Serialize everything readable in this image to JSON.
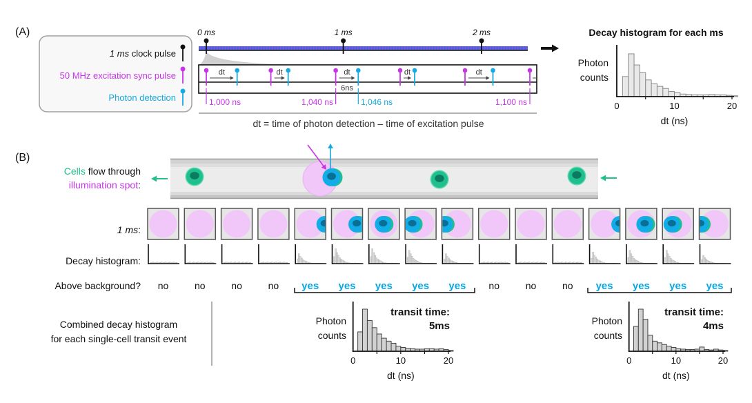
{
  "panel_a": {
    "label": "(A)",
    "legend": {
      "clock_italic": "1 ms",
      "clock_text": " clock pulse",
      "excitation": "50 MHz excitation sync pulse",
      "photon": "Photon detection"
    },
    "clock_labels": [
      "0 ms",
      "1 ms",
      "2 ms"
    ],
    "dt_label": "dt",
    "gap_label": "6ns",
    "time_labels": [
      "1,000 ns",
      "1,040 ns",
      "1,046 ns",
      "1,100 ns"
    ],
    "caption": "dt = time of photon detection – time of excitation pulse"
  },
  "panel_b": {
    "label": "(B)",
    "flow_text": {
      "cells": "Cells",
      "flow": " flow through",
      "spot": "illumination spot",
      "colon": ":"
    },
    "row_labels": {
      "ms_italic": "1 ms",
      "ms_colon": ":",
      "decay": "Decay histogram:",
      "above": "Above background?"
    },
    "above_background": [
      "no",
      "no",
      "no",
      "no",
      "yes",
      "yes",
      "yes",
      "yes",
      "yes",
      "no",
      "no",
      "no",
      "yes",
      "yes",
      "yes",
      "yes"
    ],
    "combined_text": [
      "Combined decay histogram",
      "for each single-cell transit event"
    ],
    "transit_events": [
      {
        "title": "transit time:",
        "value": "5ms"
      },
      {
        "title": "transit time:",
        "value": "4ms"
      }
    ]
  },
  "colors": {
    "clock": "#111111",
    "excitation": "#c535e6",
    "photon": "#14a9e0",
    "cell": "#1fc08e",
    "cell_nucleus": "#0b7c62",
    "spot": "#f1c6f8",
    "yes": "#0aa6e0"
  },
  "chart_data": [
    {
      "type": "bar",
      "title": "Decay histogram for each ms",
      "xlabel": "dt (ns)",
      "ylabel": "Photon counts",
      "xlim": [
        0,
        20
      ],
      "xticks": [
        "0",
        "10",
        "20"
      ],
      "x": [
        1,
        2,
        3,
        4,
        5,
        6,
        7,
        8,
        9,
        10,
        11,
        12,
        13,
        14,
        15,
        16,
        17,
        18,
        19,
        20
      ],
      "values": [
        47,
        100,
        74,
        56,
        39,
        30,
        24,
        19,
        12,
        9,
        6,
        5,
        4,
        4,
        4,
        5,
        4,
        4,
        3,
        2
      ]
    },
    {
      "type": "bar",
      "title": "transit time: 5ms",
      "xlabel": "dt (ns)",
      "ylabel": "Photon counts",
      "xlim": [
        0,
        20
      ],
      "xticks": [
        "0",
        "10",
        "20"
      ],
      "x": [
        1,
        2,
        3,
        4,
        5,
        6,
        7,
        8,
        9,
        10,
        11,
        12,
        13,
        14,
        15,
        16,
        17,
        18,
        19,
        20
      ],
      "values": [
        46,
        100,
        73,
        56,
        41,
        31,
        24,
        19,
        12,
        9,
        7,
        6,
        5,
        5,
        6,
        6,
        5,
        6,
        4,
        2
      ]
    },
    {
      "type": "bar",
      "title": "transit time: 4ms",
      "xlabel": "dt (ns)",
      "ylabel": "Photon counts",
      "xlim": [
        0,
        20
      ],
      "xticks": [
        "0",
        "10",
        "20"
      ],
      "x": [
        1,
        2,
        3,
        4,
        5,
        6,
        7,
        8,
        9,
        10,
        11,
        12,
        13,
        14,
        15,
        16,
        17,
        18,
        19,
        20
      ],
      "values": [
        59,
        100,
        76,
        38,
        24,
        20,
        16,
        12,
        9,
        6,
        5,
        4,
        4,
        5,
        10,
        4,
        3,
        5,
        3,
        2
      ]
    }
  ]
}
